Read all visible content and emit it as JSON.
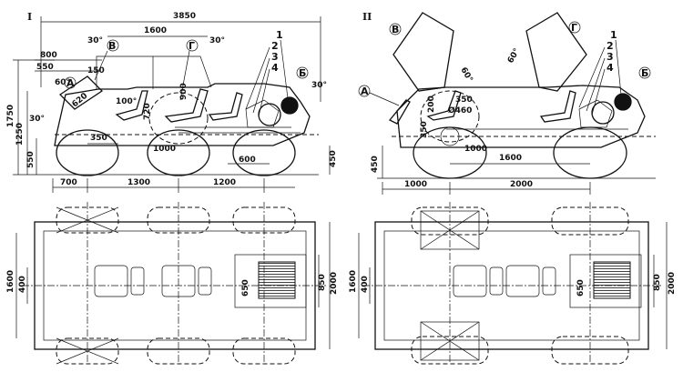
{
  "figure": {
    "variant_1": {
      "numeral": "I",
      "callouts": [
        "В",
        "Г",
        "А",
        "Б",
        "1",
        "2",
        "3",
        "4"
      ],
      "side_dims": [
        "3850",
        "1600",
        "800",
        "550",
        "150",
        "620",
        "1750",
        "1250",
        "550",
        "350",
        "1000",
        "600",
        "450",
        "900",
        "720",
        "700",
        "1300",
        "1200"
      ],
      "angles": [
        "30°",
        "30°",
        "60°",
        "30°",
        "30°",
        "100°"
      ],
      "plan_dims": [
        "1600",
        "400",
        "650",
        "850",
        "2000"
      ]
    },
    "variant_2": {
      "numeral": "II",
      "callouts": [
        "В",
        "Г",
        "А",
        "Б",
        "1",
        "2",
        "3",
        "4"
      ],
      "side_dims": [
        "60°",
        "60°",
        "350",
        "200",
        "Ø460",
        "350",
        "450",
        "1000",
        "1600",
        "1000",
        "2000"
      ],
      "plan_dims": [
        "1600",
        "400",
        "650",
        "850",
        "2000"
      ]
    }
  }
}
